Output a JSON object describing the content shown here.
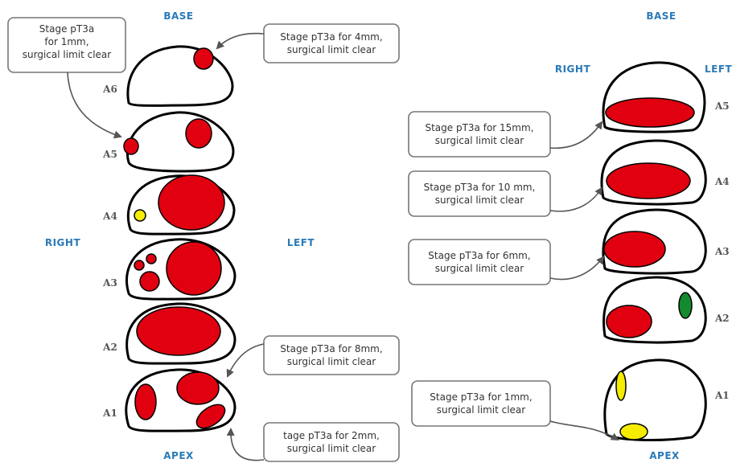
{
  "colors": {
    "label_blue": "#2a7ab8",
    "lesion_red": "#e00010",
    "lesion_yellow": "#f5ec00",
    "lesion_green": "#138a2e"
  },
  "left_diagram": {
    "top_label": "BASE",
    "bottom_label": "APEX",
    "side_right": "RIGHT",
    "side_left": "LEFT",
    "sections": [
      "A6",
      "A5",
      "A4",
      "A3",
      "A2",
      "A1"
    ],
    "callouts": [
      [
        "Stage pT3a",
        "for 1mm,",
        "surgical limit clear"
      ],
      [
        "Stage pT3a for 4mm,",
        "surgical limit clear"
      ],
      [
        "Stage pT3a for 8mm,",
        "surgical limit clear"
      ],
      [
        "tage pT3a for 2mm,",
        "surgical limit clear"
      ]
    ]
  },
  "right_diagram": {
    "top_label": "BASE",
    "bottom_label": "APEX",
    "side_right": "RIGHT",
    "side_left": "LEFT",
    "sections": [
      "A5",
      "A4",
      "A3",
      "A2",
      "A1"
    ],
    "callouts": [
      [
        "Stage pT3a for 15mm,",
        "surgical limit clear"
      ],
      [
        "Stage pT3a for 10 mm,",
        "surgical limit clear"
      ],
      [
        "Stage pT3a for 6mm,",
        "surgical limit clear"
      ],
      [
        "Stage pT3a for 1mm,",
        "surgical limit clear"
      ]
    ]
  }
}
